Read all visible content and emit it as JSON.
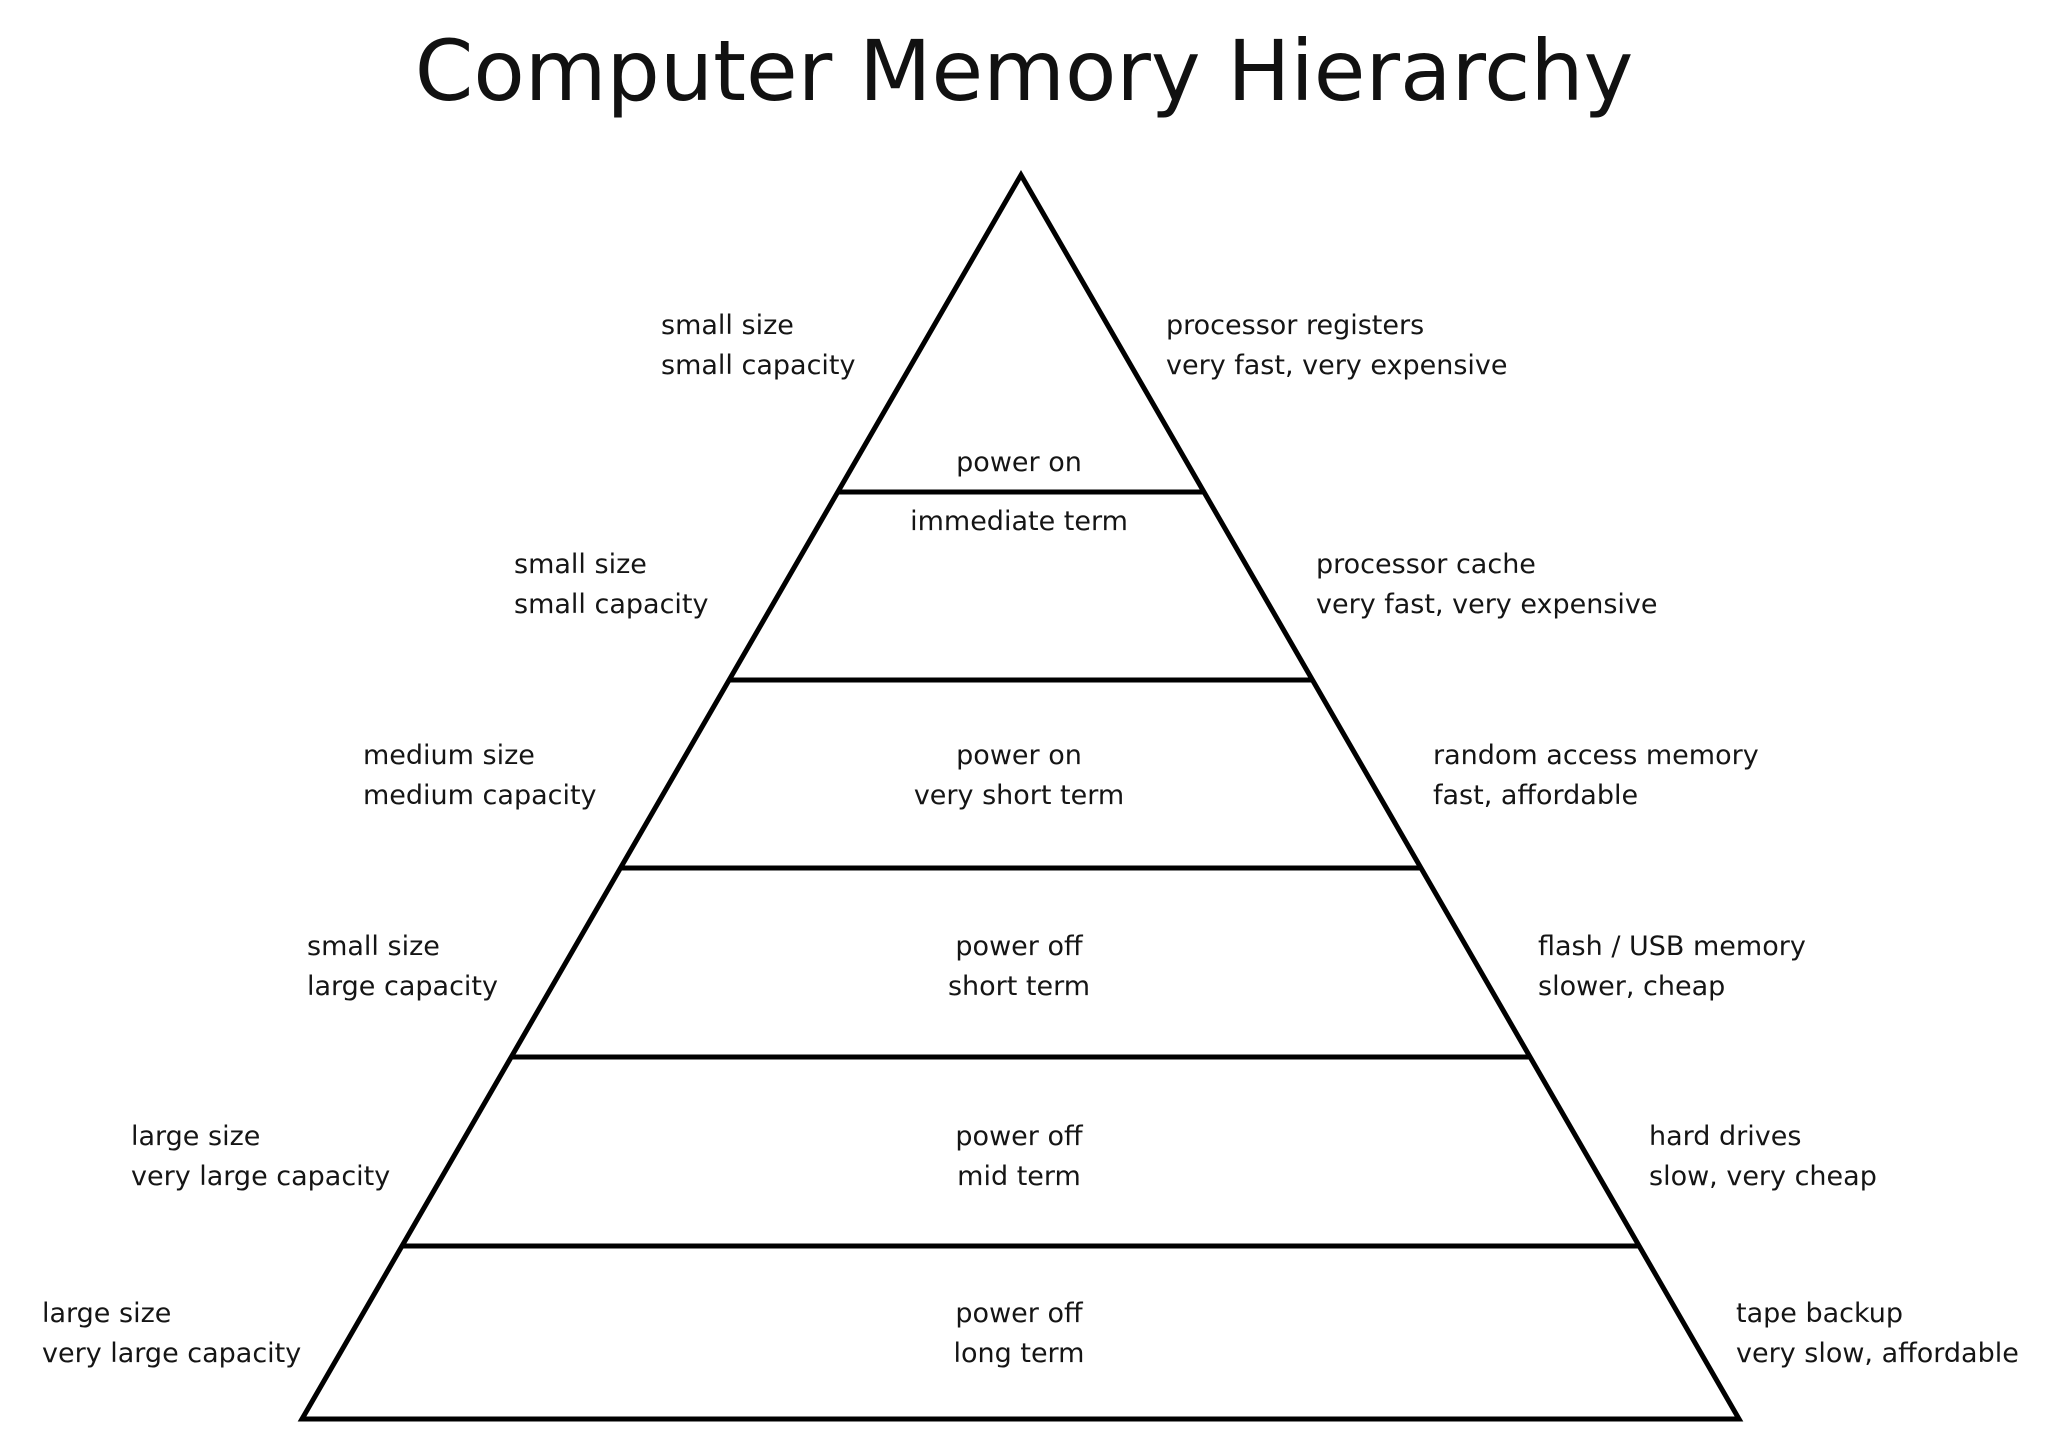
{
  "title": "Computer Memory Hierarchy",
  "colors": {
    "line": "#000000",
    "text": "#111111",
    "background": "#ffffff"
  },
  "levels": [
    {
      "center": [
        "power on",
        "immediate term"
      ],
      "left": [
        "small size",
        "small capacity"
      ],
      "right": [
        "processor registers",
        "very fast, very expensive"
      ]
    },
    {
      "center": [],
      "left": [
        "small size",
        "small capacity"
      ],
      "right": [
        "processor cache",
        "very fast, very expensive"
      ]
    },
    {
      "center": [
        "power on",
        "very short term"
      ],
      "left": [
        "medium size",
        "medium capacity"
      ],
      "right": [
        "random access memory",
        "fast, affordable"
      ]
    },
    {
      "center": [
        "power off",
        "short term"
      ],
      "left": [
        "small size",
        "large capacity"
      ],
      "right": [
        "flash / USB memory",
        "slower, cheap"
      ]
    },
    {
      "center": [
        "power off",
        "mid term"
      ],
      "left": [
        "large size",
        "very large capacity"
      ],
      "right": [
        "hard drives",
        "slow, very cheap"
      ]
    },
    {
      "center": [
        "power off",
        "long term"
      ],
      "left": [
        "large size",
        "very large capacity"
      ],
      "right": [
        "tape backup",
        "very slow, affordable"
      ]
    }
  ]
}
